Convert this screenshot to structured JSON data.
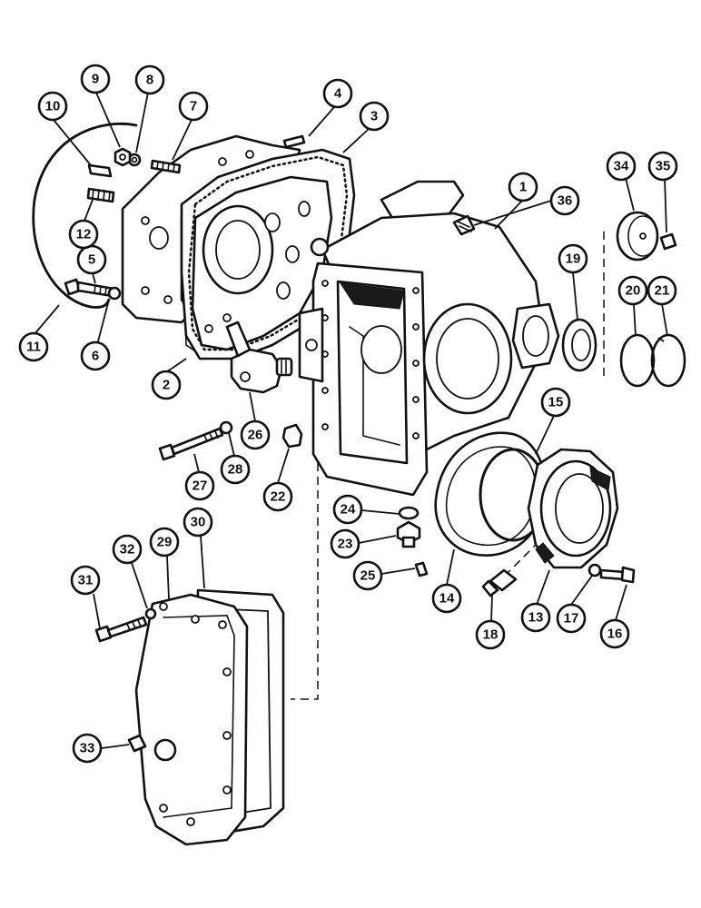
{
  "callouts": [
    {
      "n": "1"
    },
    {
      "n": "2"
    },
    {
      "n": "3"
    },
    {
      "n": "4"
    },
    {
      "n": "5"
    },
    {
      "n": "6"
    },
    {
      "n": "7"
    },
    {
      "n": "8"
    },
    {
      "n": "9"
    },
    {
      "n": "10"
    },
    {
      "n": "11"
    },
    {
      "n": "12"
    },
    {
      "n": "13"
    },
    {
      "n": "14"
    },
    {
      "n": "15"
    },
    {
      "n": "16"
    },
    {
      "n": "17"
    },
    {
      "n": "18"
    },
    {
      "n": "19"
    },
    {
      "n": "20"
    },
    {
      "n": "21"
    },
    {
      "n": "22"
    },
    {
      "n": "23"
    },
    {
      "n": "24"
    },
    {
      "n": "25"
    },
    {
      "n": "26"
    },
    {
      "n": "27"
    },
    {
      "n": "28"
    },
    {
      "n": "29"
    },
    {
      "n": "30"
    },
    {
      "n": "31"
    },
    {
      "n": "32"
    },
    {
      "n": "33"
    },
    {
      "n": "34"
    },
    {
      "n": "35"
    },
    {
      "n": "36"
    }
  ]
}
